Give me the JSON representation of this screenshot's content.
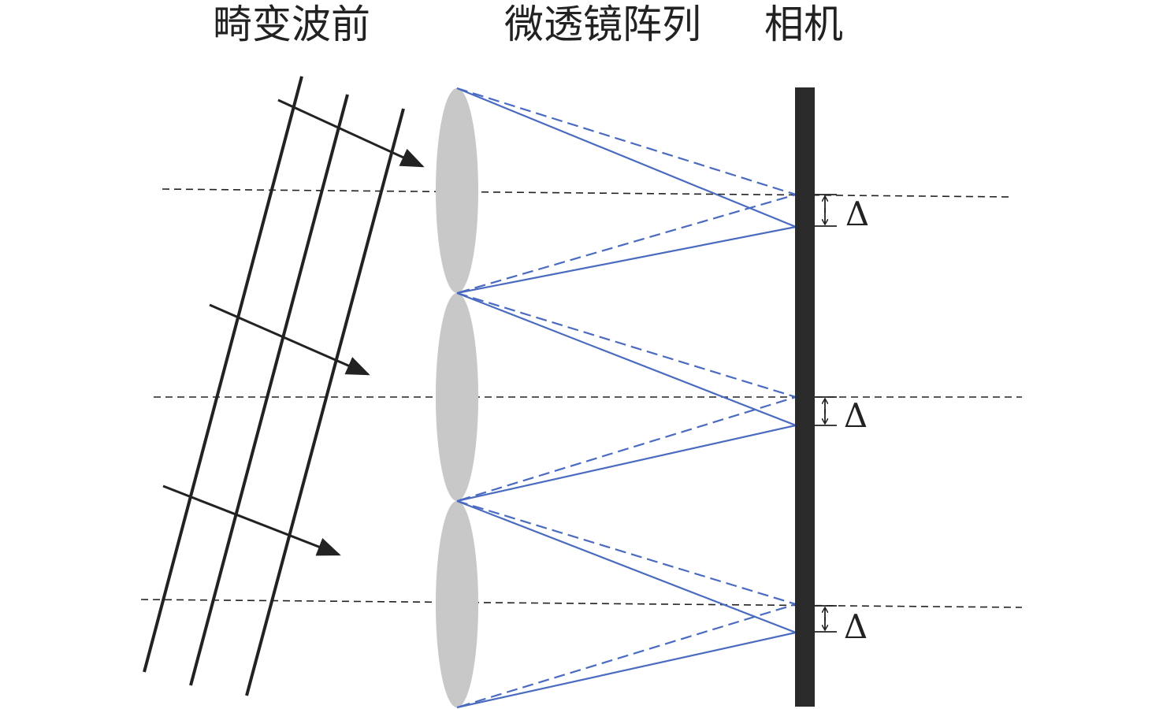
{
  "labels": {
    "wavefront": "畸变波前",
    "lens_array": "微透镜阵列",
    "camera": "相机"
  },
  "delta_symbol": "Δ",
  "colors": {
    "ray": "#4a6bbf",
    "lens": "#c8c8c8",
    "camera": "#2a2a2a",
    "wavefront": "#222222"
  },
  "lenslet_count": 3
}
